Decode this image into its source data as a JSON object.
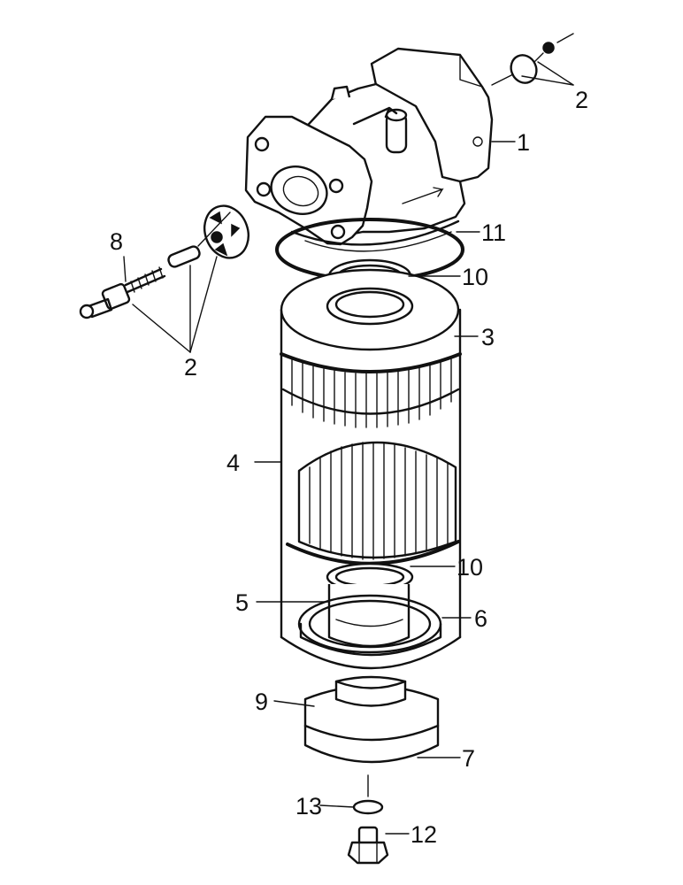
{
  "callouts": [
    {
      "id": "callout-1",
      "text": "1"
    },
    {
      "id": "callout-2-top",
      "text": "2"
    },
    {
      "id": "callout-2-left",
      "text": "2"
    },
    {
      "id": "callout-3",
      "text": "3"
    },
    {
      "id": "callout-4",
      "text": "4"
    },
    {
      "id": "callout-5",
      "text": "5"
    },
    {
      "id": "callout-6",
      "text": "6"
    },
    {
      "id": "callout-7",
      "text": "7"
    },
    {
      "id": "callout-8",
      "text": "8"
    },
    {
      "id": "callout-9",
      "text": "9"
    },
    {
      "id": "callout-10-top",
      "text": "10"
    },
    {
      "id": "callout-10-bottom",
      "text": "10"
    },
    {
      "id": "callout-11",
      "text": "11"
    },
    {
      "id": "callout-12",
      "text": "12"
    },
    {
      "id": "callout-13",
      "text": "13"
    }
  ],
  "colors": {
    "line": "#111111",
    "background": "#ffffff"
  }
}
